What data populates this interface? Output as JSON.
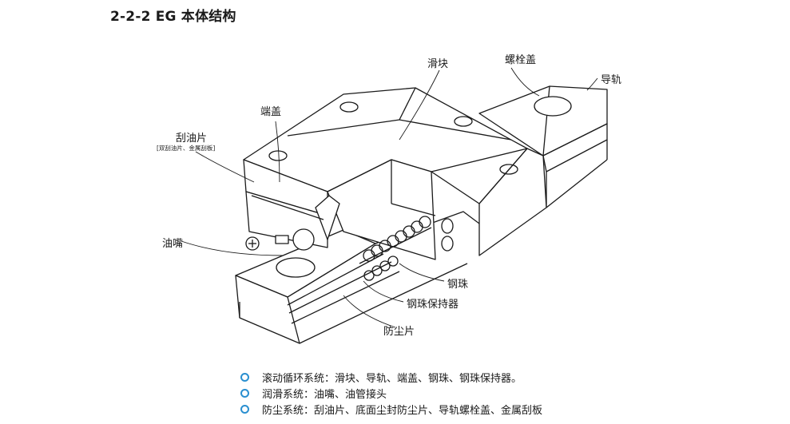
{
  "section": {
    "title": "2-2-2 EG 本体结构"
  },
  "labels": {
    "slider": "滑块",
    "bolt_cap": "螺栓盖",
    "rail": "导轨",
    "end_cap": "端盖",
    "scraper": "刮油片",
    "scraper_note": "[双刮油片、金属刮板]",
    "grease_nipple": "油嘴",
    "steel_ball": "钢珠",
    "ball_retainer": "钢珠保持器",
    "dust_seal": "防尘片"
  },
  "bullets": [
    "滚动循环系统：滑块、导轨、端盖、钢珠、钢珠保持器。",
    "润滑系统：油嘴、油管接头",
    "防尘系统：刮油片、底面尘封防尘片、导轨螺栓盖、金属刮板"
  ],
  "colors": {
    "bullet_ring": "#2a8fd0",
    "line": "#1a1a1a"
  }
}
